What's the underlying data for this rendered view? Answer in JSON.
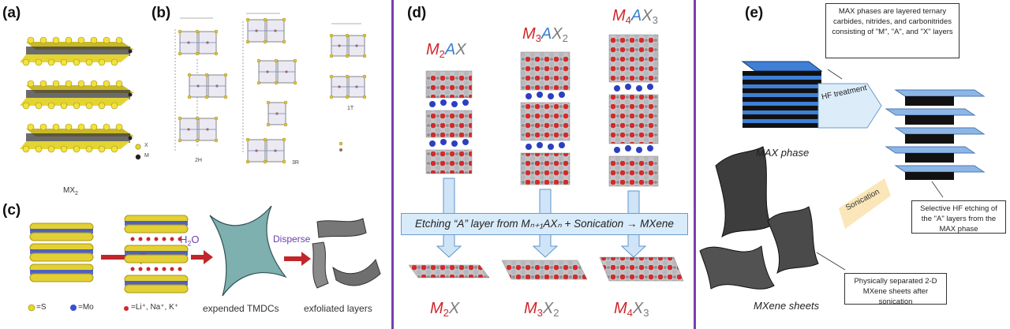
{
  "panels": {
    "a": {
      "label": "(a)",
      "legend_x": "X",
      "legend_m": "M",
      "caption": "MX",
      "caption_sub": "2"
    },
    "b": {
      "label": "(b)",
      "tag_2h": "2H",
      "tag_3r": "3R",
      "tag_1t": "1T"
    },
    "c": {
      "label": "(c)",
      "water": "H",
      "water_sub": "2",
      "water_tail": "O",
      "disperse": "Disperse",
      "legend_s": "=S",
      "legend_mo": "=Mo",
      "legend_ions": "=Li⁺, Na⁺, K⁺",
      "caption_expanded": "expended TMDCs",
      "caption_exfoliated": "exfoliated layers"
    },
    "d": {
      "label": "(d)",
      "top_m2ax": {
        "m": "M",
        "s1": "2",
        "a": "A",
        "x": "X"
      },
      "top_m3ax2": {
        "m": "M",
        "s1": "3",
        "a": "A",
        "x": "X",
        "s2": "2"
      },
      "top_m4ax3": {
        "m": "M",
        "s1": "4",
        "a": "A",
        "x": "X",
        "s2": "3"
      },
      "etch_text": "Etching “A” layer from Mₙ₊₁AXₙ + Sonication → MXene",
      "bottom_m2x": {
        "m": "M",
        "s1": "2",
        "x": "X"
      },
      "bottom_m3x2": {
        "m": "M",
        "s1": "3",
        "x": "X",
        "s2": "2"
      },
      "bottom_m4x3": {
        "m": "M",
        "s1": "4",
        "x": "X",
        "s2": "3"
      }
    },
    "e": {
      "label": "(e)",
      "callout_max": "MAX phases are layered ternary carbides, nitrides, and carbonitrides consisting of \"M\", \"A\", and \"X\" layers",
      "hf_label": "HF treatment",
      "max_phase": "MAX phase",
      "sonication": "Sonication",
      "callout_selective": "Selective HF etching of the \"A\" layers from the MAX phase",
      "callout_separated": "Physically separated 2-D MXene sheets after sonication",
      "mxene_sheets": "MXene sheets"
    }
  },
  "colors": {
    "divider": "#7a3fb0",
    "metal_red": "#d0262b",
    "a_blue": "#3a7fd0",
    "x_gray": "#7a7a7a",
    "arrow_red": "#c0262b",
    "sulfur_yellow": "#e8d62a",
    "mo_blue": "#3a4fd0",
    "slab_blue": "#3f7fd6"
  }
}
